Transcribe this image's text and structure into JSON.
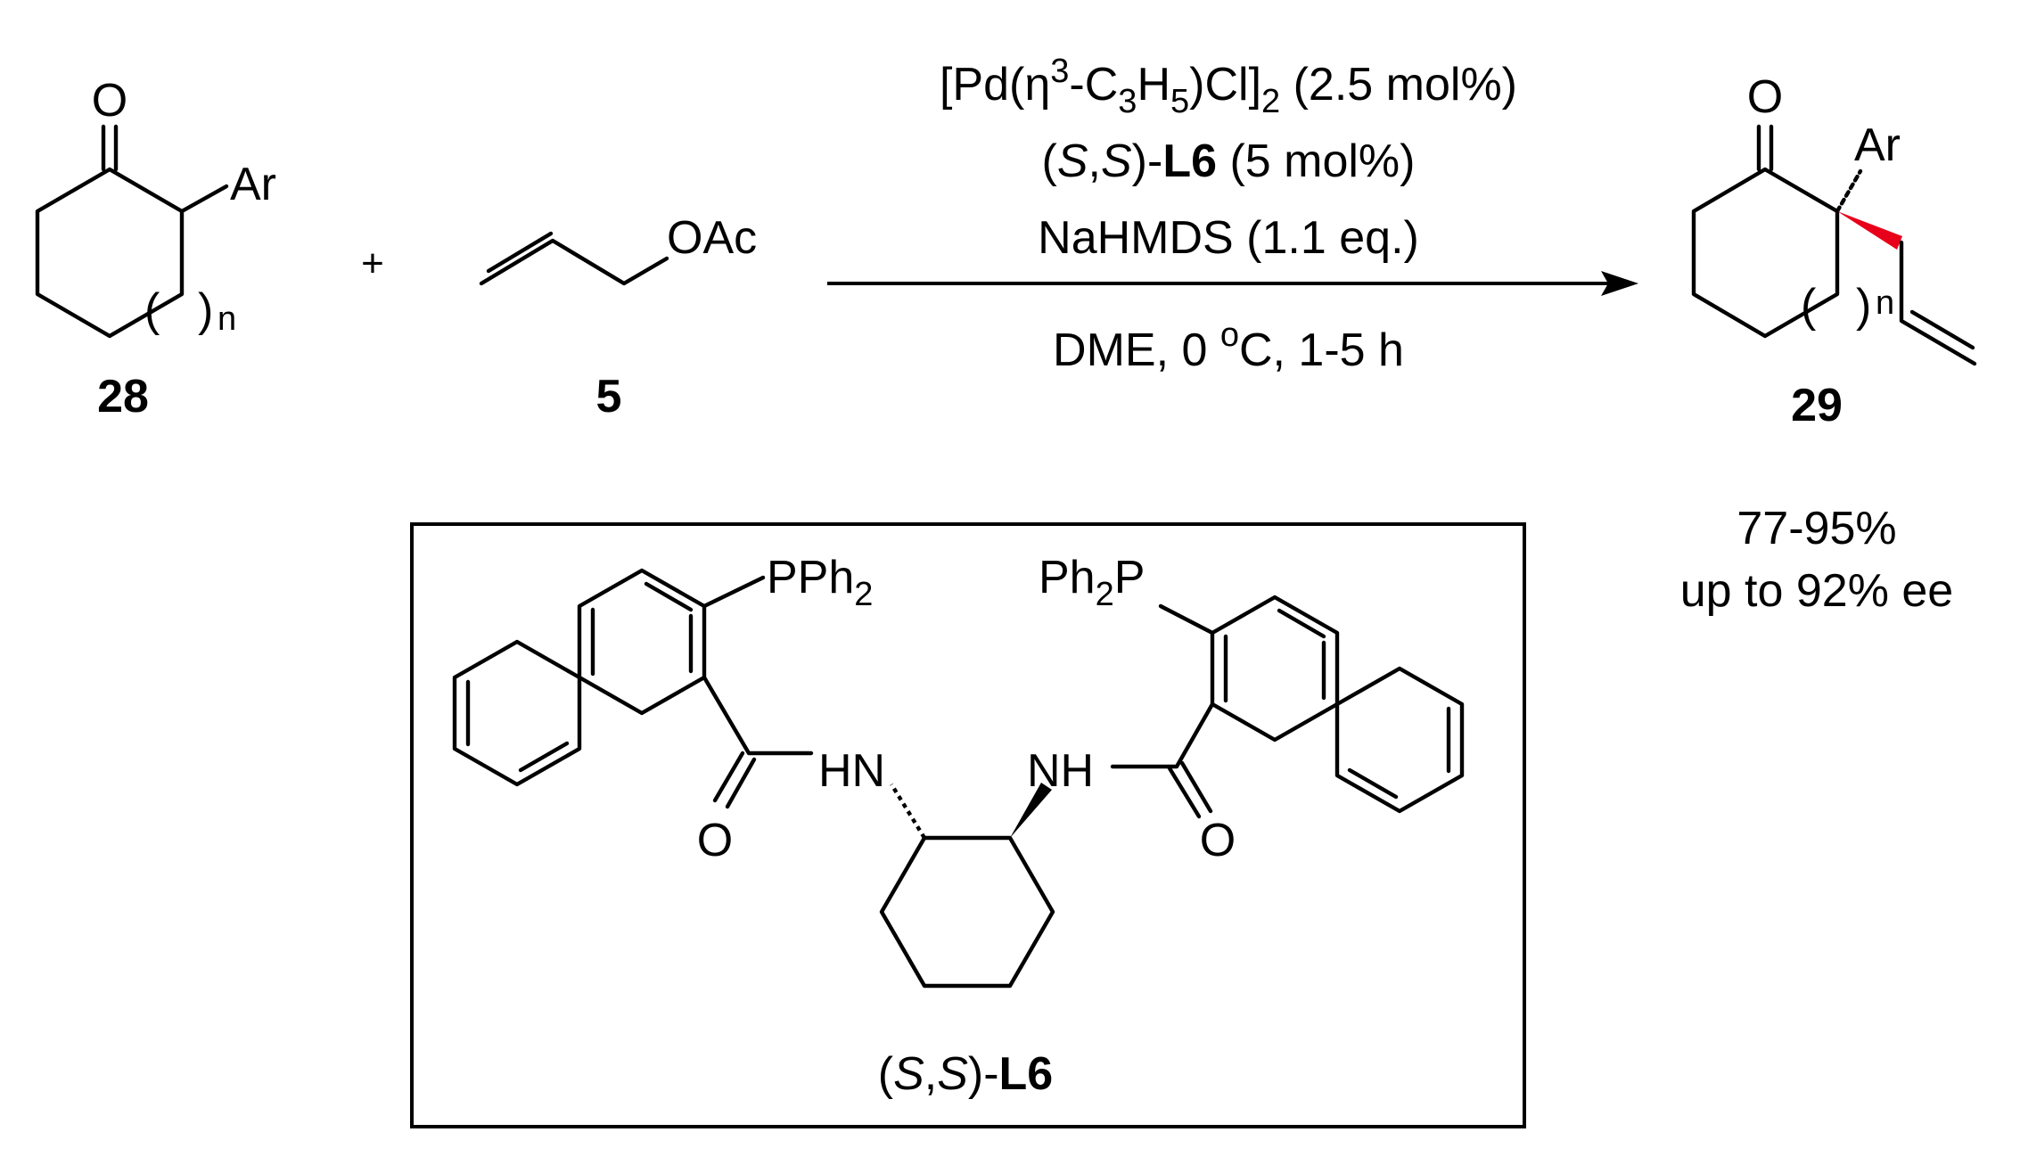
{
  "compounds": {
    "ketone": {
      "number": "28",
      "carbonyl_atom": "O",
      "aryl": "Ar",
      "ring_index": "n"
    },
    "allyl_acetate": {
      "number": "5",
      "leaving_group": "OAc"
    },
    "product": {
      "number": "29",
      "carbonyl_atom": "O",
      "aryl": "Ar",
      "ring_index": "n"
    }
  },
  "plus_sign": "+",
  "conditions": {
    "catalyst": {
      "bracket_open": "[Pd(",
      "eta": "η",
      "eta_sup": "3",
      "dash_c": "-C",
      "c_sub": "3",
      "h": "H",
      "h_sub": "5",
      "cl": ")Cl]",
      "dimer_sub": "2",
      "loading": " (2.5 mol%)"
    },
    "ligand": {
      "open": "(",
      "s1": "S",
      "comma": ",",
      "s2": "S",
      "close": ")-",
      "name": "L6",
      "loading": " (5 mol%)"
    },
    "base": "NaHMDS (1.1 eq.)",
    "solvent": {
      "prefix": "DME, 0 ",
      "degree": "o",
      "suffix": "C, 1-5 h"
    }
  },
  "outcome": {
    "yield": "77-95%",
    "ee": "up to 92% ee"
  },
  "ligand_box": {
    "left_phosphine": {
      "main": "PPh",
      "sub": "2"
    },
    "right_phosphine": {
      "main": "Ph",
      "sub": "2",
      "tail": "P"
    },
    "left_amide_n": "HN",
    "right_amide_n": "NH",
    "left_oxygen": "O",
    "right_oxygen": "O",
    "caption": {
      "open": "(",
      "s1": "S",
      "comma": ",",
      "s2": "S",
      "close": ")-",
      "name": "L6"
    }
  },
  "colors": {
    "stereo_wedge": "#e8001a",
    "ink": "#000000"
  }
}
